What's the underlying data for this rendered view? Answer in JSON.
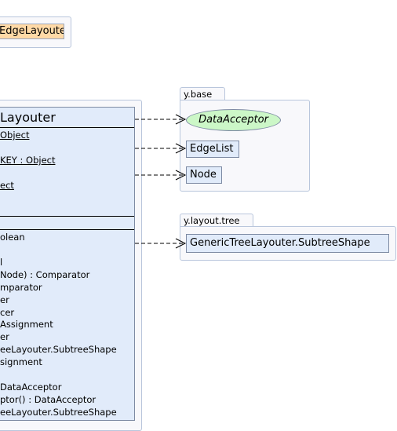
{
  "top_package": {
    "class_name": "EdgeLayouter"
  },
  "main_class": {
    "title": "Layouter",
    "attributes": [
      {
        "text": "Object",
        "underline": true
      },
      {
        "text": "KEY : Object",
        "underline": true
      },
      {
        "text": "ect",
        "underline": true
      }
    ],
    "methods": [
      {
        "text": "olean"
      },
      {
        "text": "l"
      },
      {
        "text": "Node) : Comparator"
      },
      {
        "text": "mparator"
      },
      {
        "text": "er"
      },
      {
        "text": "cer"
      },
      {
        "text": "Assignment"
      },
      {
        "text": "er"
      },
      {
        "text": "eeLayouter.SubtreeShape"
      },
      {
        "text": "signment"
      },
      {
        "text": "DataAcceptor"
      },
      {
        "text": "ptor() : DataAcceptor"
      },
      {
        "text": "eeLayouter.SubtreeShape"
      }
    ]
  },
  "packages": [
    {
      "name": "y.base",
      "classes": [
        {
          "name": "DataAcceptor",
          "kind": "interface"
        },
        {
          "name": "EdgeList",
          "kind": "class"
        },
        {
          "name": "Node",
          "kind": "class"
        }
      ]
    },
    {
      "name": "y.layout.tree",
      "classes": [
        {
          "name": "GenericTreeLayouter.SubtreeShape",
          "kind": "class"
        }
      ]
    }
  ],
  "colors": {
    "class_fill": "#e1ebfa",
    "interface_fill": "#ccf7c7",
    "highlight_fill": "#ffd9a6",
    "package_fill": "#f8f8fb",
    "package_border": "#b9c6dc"
  }
}
